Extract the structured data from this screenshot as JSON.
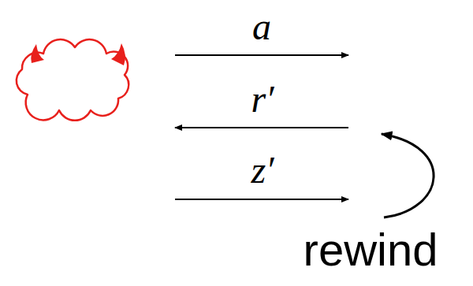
{
  "diagram": {
    "labels": [
      "a",
      "r′",
      "z′",
      "rewind"
    ]
  }
}
